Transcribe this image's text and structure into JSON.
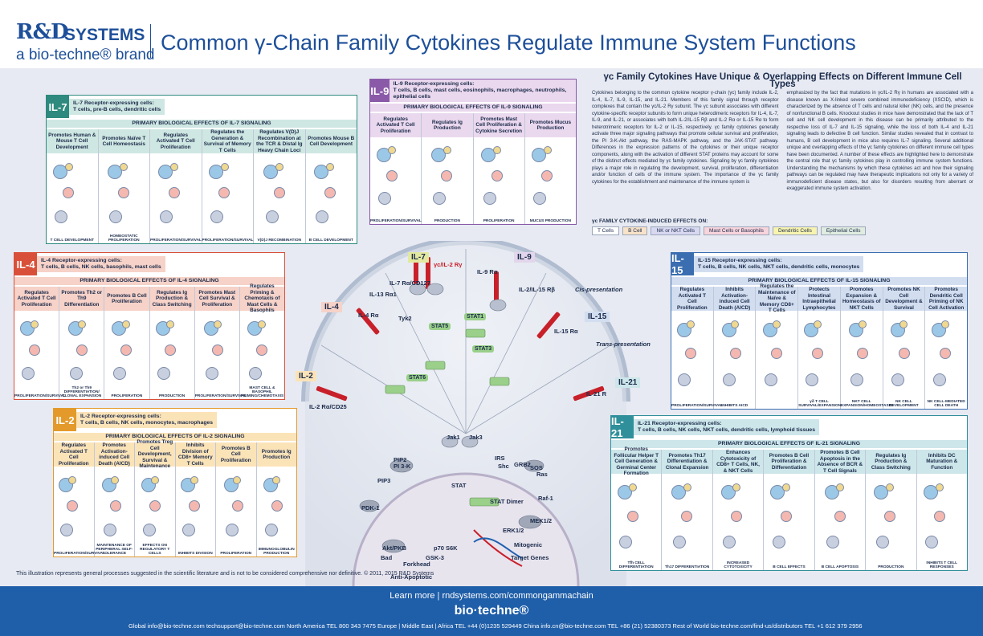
{
  "header": {
    "logo_rd": "R&D",
    "logo_systems": "SYSTEMS",
    "logo_brand": "a bio-techne® brand",
    "title": "Common γ-Chain Family Cytokines Regulate Immune System Functions"
  },
  "intro": {
    "heading": "γc Family Cytokines Have Unique & Overlapping Effects on Different Immune Cell Types",
    "left_text": "Cytokines belonging to the common cytokine receptor γ-chain (γc) family include IL-2, IL-4, IL-7, IL-9, IL-15, and IL-21. Members of this family signal through receptor complexes that contain the γc/IL-2 Rγ subunit. The γc subunit associates with different cytokine-specific receptor subunits to form unique heterodimeric receptors for IL-4, IL-7, IL-9, and IL-21, or associates with both IL-2/IL-15 Rβ and IL-2 Rα or IL-15 Rα to form heterotrimeric receptors for IL-2 or IL-15, respectively. γc family cytokines generally activate three major signaling pathways that promote cellular survival and proliferation, the PI 3-K-Akt pathway, the RAS-MAPK pathway, and the JAK-STAT pathway. Differences in the expression patterns of the cytokines or their unique receptor components, along with the activation of different STAT proteins may account for some of the distinct effects mediated by γc family cytokines. Signaling by γc family cytokines plays a major role in regulating the development, survival, proliferation, differentiation and/or function of cells of the immune system. The importance of the γc family cytokines for the establishment and maintenance of the immune system is",
    "right_text": "emphasized by the fact that mutations in γc/IL-2 Rγ in humans are associated with a disease known as X-linked severe combined immunodeficiency (XSCID), which is characterized by the absence of T cells and natural killer (NK) cells, and the presence of nonfunctional B cells. Knockout studies in mice have demonstrated that the lack of T cell and NK cell development in this disease can be primarily attributed to the respective loss of IL-7 and IL-15 signaling, while the loss of both IL-4 and IL-21 signaling leads to defective B cell function. Similar studies revealed that in contrast to humans, B cell development in mice also requires IL-7 signaling. Several additional unique and overlapping effects of the γc family cytokines on different immune cell types have been documented. A number of these effects are highlighted here to demonstrate the central role that γc family cytokines play in controlling immune system functions. Understanding the mechanisms by which these cytokines act and how their signaling pathways can be regulated may have therapeutic implications not only for a variety of immunodeficient disease states, but also for disorders resulting from aberrant or exaggerated immune system activation."
  },
  "legend": {
    "title": "γc FAMILY CYTOKINE-INDUCED EFFECTS ON:",
    "items": [
      {
        "label": "T Cells",
        "color": "#ffffff"
      },
      {
        "label": "B Cell",
        "color": "#f8e2c8"
      },
      {
        "label": "NK or NKT Cells",
        "color": "#d8d8f0"
      },
      {
        "label": "Mast Cells or Basophils",
        "color": "#f8d4dc"
      },
      {
        "label": "Dendritic Cells",
        "color": "#f8f4b0"
      },
      {
        "label": "Epithelial Cells",
        "color": "#e0ece0"
      }
    ]
  },
  "panels": {
    "il7": {
      "tag": "IL-7",
      "color": "#2e8a7e",
      "cells_line1": "IL-7 Receptor-expressing cells:",
      "cells_line2": "T cells, pre-B cells, dendritic cells",
      "bar": "PRIMARY BIOLOGICAL EFFECTS OF IL-7 SIGNALING",
      "bar_color": "#cfe7e2",
      "columns": [
        {
          "title": "Promotes Human & Mouse T Cell Development",
          "foot": "T CELL DEVELOPMENT"
        },
        {
          "title": "Promotes Naïve T Cell Homeostasis",
          "foot": "HOMEOSTATIC PROLIFERATION"
        },
        {
          "title": "Regulates Activated T Cell Proliferation",
          "foot": "PROLIFERATION/SURVIVAL"
        },
        {
          "title": "Regulates the Generation & Survival of Memory T Cells",
          "foot": "PROLIFERATION/SURVIVAL"
        },
        {
          "title": "Regulates V(D)J Recombination at the TCR & Distal Ig Heavy Chain Loci",
          "foot": "V(D)J RECOMBINATION"
        },
        {
          "title": "Promotes Mouse B Cell Development",
          "foot": "B CELL DEVELOPMENT"
        }
      ]
    },
    "il9": {
      "tag": "IL-9",
      "color": "#8a5aa8",
      "cells_line1": "IL-9 Receptor-expressing cells:",
      "cells_line2": "T cells, B cells, mast cells, eosinophils, macrophages, neutrophils, epithelial cells",
      "bar": "PRIMARY BIOLOGICAL EFFECTS OF IL-9 SIGNALING",
      "bar_color": "#ead8ee",
      "columns": [
        {
          "title": "Regulates Activated T Cell Proliferation",
          "foot": "PROLIFERATION/SURVIVAL"
        },
        {
          "title": "Regulates Ig Production",
          "foot": "PRODUCTION"
        },
        {
          "title": "Promotes Mast Cell Proliferation & Cytokine Secretion",
          "foot": "PROLIFERATION"
        },
        {
          "title": "Promotes Mucus Production",
          "foot": "MUCUS PRODUCTION"
        }
      ]
    },
    "il4": {
      "tag": "IL-4",
      "color": "#d9503a",
      "cells_line1": "IL-4 Receptor-expressing cells:",
      "cells_line2": "T cells, B cells, NK cells, basophils, mast cells",
      "bar": "PRIMARY BIOLOGICAL EFFECTS OF IL-4 SIGNALING",
      "bar_color": "#f6d2c8",
      "columns": [
        {
          "title": "Regulates Activated T Cell Proliferation",
          "foot": "PROLIFERATION/SURVIVAL"
        },
        {
          "title": "Promotes Th2 or Th9 Differentiation",
          "foot": "Th2 or Th9 DIFFERENTIATION/ CLONAL EXPANSION"
        },
        {
          "title": "Promotes B Cell Proliferation",
          "foot": "PROLIFERATION"
        },
        {
          "title": "Regulates Ig Production & Class Switching",
          "foot": "PRODUCTION"
        },
        {
          "title": "Promotes Mast Cell Survival & Proliferation",
          "foot": "PROLIFERATION/SURVIVAL"
        },
        {
          "title": "Regulates Priming & Chemotaxis of Mast Cells & Basophils",
          "foot": "MAST CELL & BASOPHIL PRIMING/CHEMOTAXIS"
        }
      ]
    },
    "il15": {
      "tag": "IL-15",
      "color": "#3a6eb0",
      "cells_line1": "IL-15 Receptor-expressing cells:",
      "cells_line2": "T cells, B cells, NK cells, NKT cells, dendritic cells, monocytes",
      "bar": "PRIMARY BIOLOGICAL EFFECTS OF IL-15 SIGNALING",
      "bar_color": "#d2def0",
      "columns": [
        {
          "title": "Regulates Activated T Cell Proliferation",
          "foot": "PROLIFERATION/SURVIVAL"
        },
        {
          "title": "Inhibits Activation-induced Cell Death (AICD)",
          "foot": "INHIBITS AICD"
        },
        {
          "title": "Regulates the Maintenance of Naïve & Memory CD8+ T Cells",
          "foot": ""
        },
        {
          "title": "Protects Intestinal Intraepithelial Lymphocytes",
          "foot": "γδ T CELL SURVIVAL/EXPANSION"
        },
        {
          "title": "Promotes Expansion & Homeostasis of NKT Cells",
          "foot": "NKT CELL EXPANSION/HOMEOSTASIS"
        },
        {
          "title": "Promotes NK Cell Development & Survival",
          "foot": "NK CELL DEVELOPMENT"
        },
        {
          "title": "Promotes Dendritic Cell Priming of NK Cell Activation",
          "foot": "NK CELL-MEDIATED CELL DEATH"
        }
      ]
    },
    "il2": {
      "tag": "IL-2",
      "color": "#e39a2a",
      "cells_line1": "IL-2 Receptor-expressing cells:",
      "cells_line2": "T cells, B cells, NK cells, monocytes, macrophages",
      "bar": "PRIMARY BIOLOGICAL EFFECTS OF IL-2 SIGNALING",
      "bar_color": "#fbe3b8",
      "columns": [
        {
          "title": "Regulates Activated T Cell Proliferation",
          "foot": "PROLIFERATION/SURVIVAL"
        },
        {
          "title": "Promotes Activation-induced Cell Death (AICD)",
          "foot": "MAINTENANCE OF PERIPHERAL SELF-TOLERANCE"
        },
        {
          "title": "Promotes Treg Cell Development, Survival & Maintenance",
          "foot": "EFFECTS ON REGULATORY T CELLS"
        },
        {
          "title": "Inhibits Division of CD8+ Memory T Cells",
          "foot": "INHIBITS DIVISION"
        },
        {
          "title": "Promotes B Cell Proliferation",
          "foot": "PROLIFERATION"
        },
        {
          "title": "Promotes Ig Production",
          "foot": "IMMUNOGLOBULIN PRODUCTION"
        }
      ]
    },
    "il21": {
      "tag": "IL-21",
      "color": "#2f8f9a",
      "cells_line1": "IL-21 Receptor-expressing cells:",
      "cells_line2": "T cells, B cells, NK cells, NKT cells, dendritic cells, lymphoid tissues",
      "bar": "PRIMARY BIOLOGICAL EFFECTS OF IL-21 SIGNALING",
      "bar_color": "#cde6ea",
      "columns": [
        {
          "title": "Promotes Follicular Helper T Cell Generation & Germinal Center Formation",
          "foot": "Tfh CELL DIFFERENTIATION"
        },
        {
          "title": "Promotes Th17 Differentiation & Clonal Expansion",
          "foot": "Th17 DIFFERENTIATION"
        },
        {
          "title": "Enhances Cytotoxicity of CD8+ T Cells, NK, & NKT Cells",
          "foot": "INCREASED CYTOTOXICITY"
        },
        {
          "title": "Promotes B Cell Proliferation & Differentiation",
          "foot": "B CELL EFFECTS"
        },
        {
          "title": "Promotes B Cell Apoptosis in the Absence of BCR & T Cell Signals",
          "foot": "B CELL APOPTOSIS"
        },
        {
          "title": "Regulates Ig Production & Class Switching",
          "foot": "PRODUCTION"
        },
        {
          "title": "Inhibits DC Maturation & Function",
          "foot": "INHIBITS T CELL RESPONSES"
        }
      ]
    }
  },
  "center": {
    "tags": {
      "il7": "IL-7",
      "il9": "IL-9",
      "il4": "IL-4",
      "il15": "IL-15",
      "il2": "IL-2",
      "il21": "IL-21"
    },
    "receptor_labels": {
      "il7ra": "IL-7 Rα/CD127",
      "il9r": "IL-9 Rα",
      "il13ra1": "IL-13 Rα1",
      "il4ra": "IL-4 Rα",
      "il2rb": "IL-2/IL-15 Rβ",
      "il15ra": "IL-15 Rα",
      "il2ra": "IL-2 Rα/CD25",
      "il21r": "IL-21 R",
      "gamma": "γc/IL-2 Rγ"
    },
    "presentation": {
      "cis": "Cis-presentation",
      "trans": "Trans-presentation"
    },
    "stat_labels": [
      "STAT5",
      "STAT1",
      "STAT3",
      "STAT6"
    ],
    "kinase_labels": {
      "jak1": "Jak1",
      "jak3": "Jak3",
      "tyk2": "Tyk2"
    },
    "pathway": {
      "pip2": "PIP2",
      "pi3k": "PI 3-K",
      "pip3": "PIP3",
      "pdk1": "PDK-1",
      "akt": "Akt/PKB",
      "p70": "p70 S6K",
      "bad": "Bad",
      "forkhead": "Forkhead",
      "gsk": "GSK-3",
      "anti": "Anti-Apoptotic",
      "irs": "IRS",
      "shc": "Shc",
      "grb2": "GRB2",
      "sos": "SOS",
      "ras": "Ras",
      "raf": "Raf-1",
      "mek": "MEK1/2",
      "erk": "ERK1/2",
      "mitogenic": "Mitogenic",
      "stat": "STAT",
      "stat_dimer": "STAT Dimer",
      "target": "Target Genes"
    }
  },
  "disclaimer": "This illustration represents general processes suggested in the scientific literature and is not to be considered comprehensive nor definitive.   © 2011, 2015 R&D Systems",
  "footer": {
    "link": "Learn more  |  rndsystems.com/commongammachain",
    "logo": "bio·techne®",
    "contacts": "Global  info@bio-techne.com  techsupport@bio-techne.com   North America  TEL 800 343 7475   Europe | Middle East | Africa  TEL +44 (0)1235 529449   China  info.cn@bio-techne.com  TEL +86 (21) 52380373   Rest of World  bio-techne.com/find-us/distributors  TEL +1 612 379 2956"
  }
}
